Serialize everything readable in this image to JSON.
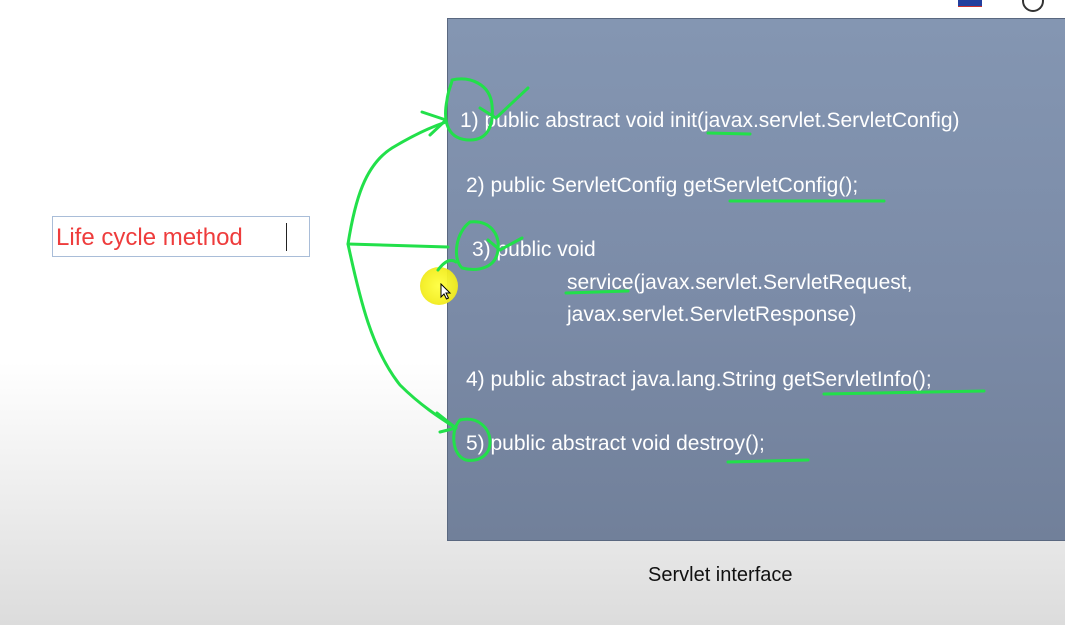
{
  "slide": {
    "methods": [
      {
        "text": "1) public abstract void init(javax.servlet.ServletConfig)"
      },
      {
        "text": "2) public ServletConfig getServletConfig();"
      },
      {
        "text": "3) public void"
      },
      {
        "text": "service(javax.servlet.ServletRequest,"
      },
      {
        "text": "javax.servlet.ServletResponse)"
      },
      {
        "text": "4) public abstract java.lang.String getServletInfo();"
      },
      {
        "text": "5) public abstract void destroy();"
      }
    ],
    "lifecycle_label": "Life cycle method",
    "caption": "Servlet interface"
  },
  "colors": {
    "panel": "#7b8ba7",
    "annotation": "#22e04a",
    "lifecycle_text": "#ee3c3c",
    "cursor_highlight": "#f4ef22"
  }
}
